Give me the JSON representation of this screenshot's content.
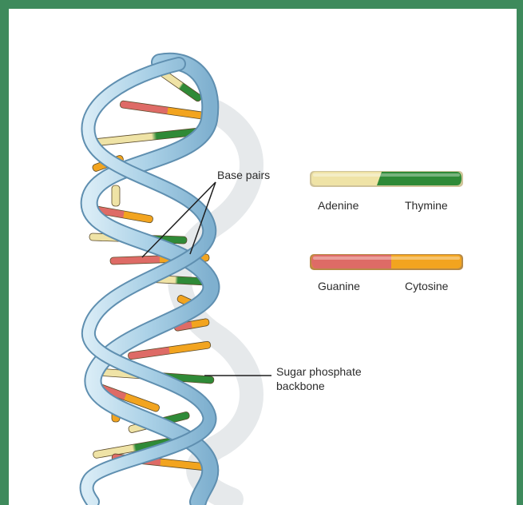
{
  "labels": {
    "base_pairs": "Base pairs",
    "sugar_phosphate_backbone": "Sugar phosphate backbone"
  },
  "legend": {
    "pair_1": {
      "left": "Adenine",
      "right": "Thymine",
      "left_color": "#efe3a6",
      "right_color": "#2f8a37"
    },
    "pair_2": {
      "left": "Guanine",
      "right": "Cytosine",
      "left_color": "#de6b66",
      "right_color": "#f2a41f"
    }
  },
  "colors": {
    "border": "#3e8a5c",
    "backbone": "#a9d0e6",
    "backbone_edge": "#5f8fb0",
    "adenine": "#efe3a6",
    "thymine": "#2f8a37",
    "guanine": "#de6b66",
    "cytosine": "#f2a41f"
  }
}
